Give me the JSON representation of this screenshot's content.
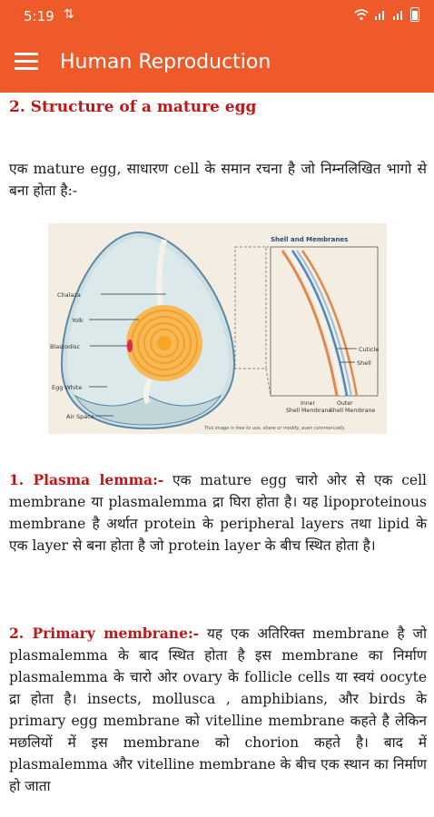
{
  "status_bar": {
    "time": "5:19",
    "sync_glyph": "⇅",
    "icons": [
      "wifi-icon",
      "signal-icon",
      "signal-icon",
      "battery-icon"
    ]
  },
  "app_bar": {
    "title": "Human Reproduction",
    "menu_icon": "hamburger-menu-icon"
  },
  "section": {
    "title": "2. Structure of a mature egg",
    "intro": "एक mature egg, साधारण cell के समान रचना है जो निम्नलिखित भागो से बना होता है:-"
  },
  "figure": {
    "title": "Shell and Membranes",
    "labels": {
      "chalaza": "Chalaza",
      "yolk": "Yolk",
      "blastodisc": "Blastodisc",
      "egg_white": "Egg White",
      "air_space": "Air Space",
      "cuticle": "Cuticle",
      "shell": "Shell",
      "inner_membrane_1": "Inner",
      "inner_membrane_2": "Shell Membrane",
      "outer_membrane_1": "Outer",
      "outer_membrane_2": "Shell Membrane"
    },
    "credit": "This image is free to use, share or modify, even commercially.",
    "colors": {
      "background": "#f3ede2",
      "egg_fill": "#d7e6e8",
      "yolk_outer": "#f7b955",
      "yolk_inner": "#f5a623",
      "shell_orange": "#e0894c",
      "membrane_blue": "#4a8ac4"
    }
  },
  "paragraphs": [
    {
      "heading": "1. Plasma lemma:-",
      "text": " एक mature egg चारो ओर से एक cell membrane या plasmalemma द्रा  घिरा होता है। यह lipoproteinous membrane है अर्थात protein के peripheral layers तथा lipid के एक layer से बना होता है जो protein layer के बीच स्थित होता है।"
    },
    {
      "heading": "2. Primary membrane:-",
      "text": " यह एक अतिरिक्त membrane है जो plasmalemma के बाद स्थित होता है  इस membrane का निर्माण plasmalemma के चारो ओर ovary के follicle cells या स्वयं oocyte द्रा होता है। insects, mollusca , amphibians, और birds के primary egg membrane को vitelline membrane कहते है लेकिन मछलियों में इस membrane को chorion कहते है। बाद में plasmalemma और vitelline membrane के बीच एक स्थान का निर्माण हो जाता"
    }
  ],
  "colors": {
    "app_bar": "#ef5a2a",
    "heading_red": "#c01616"
  }
}
